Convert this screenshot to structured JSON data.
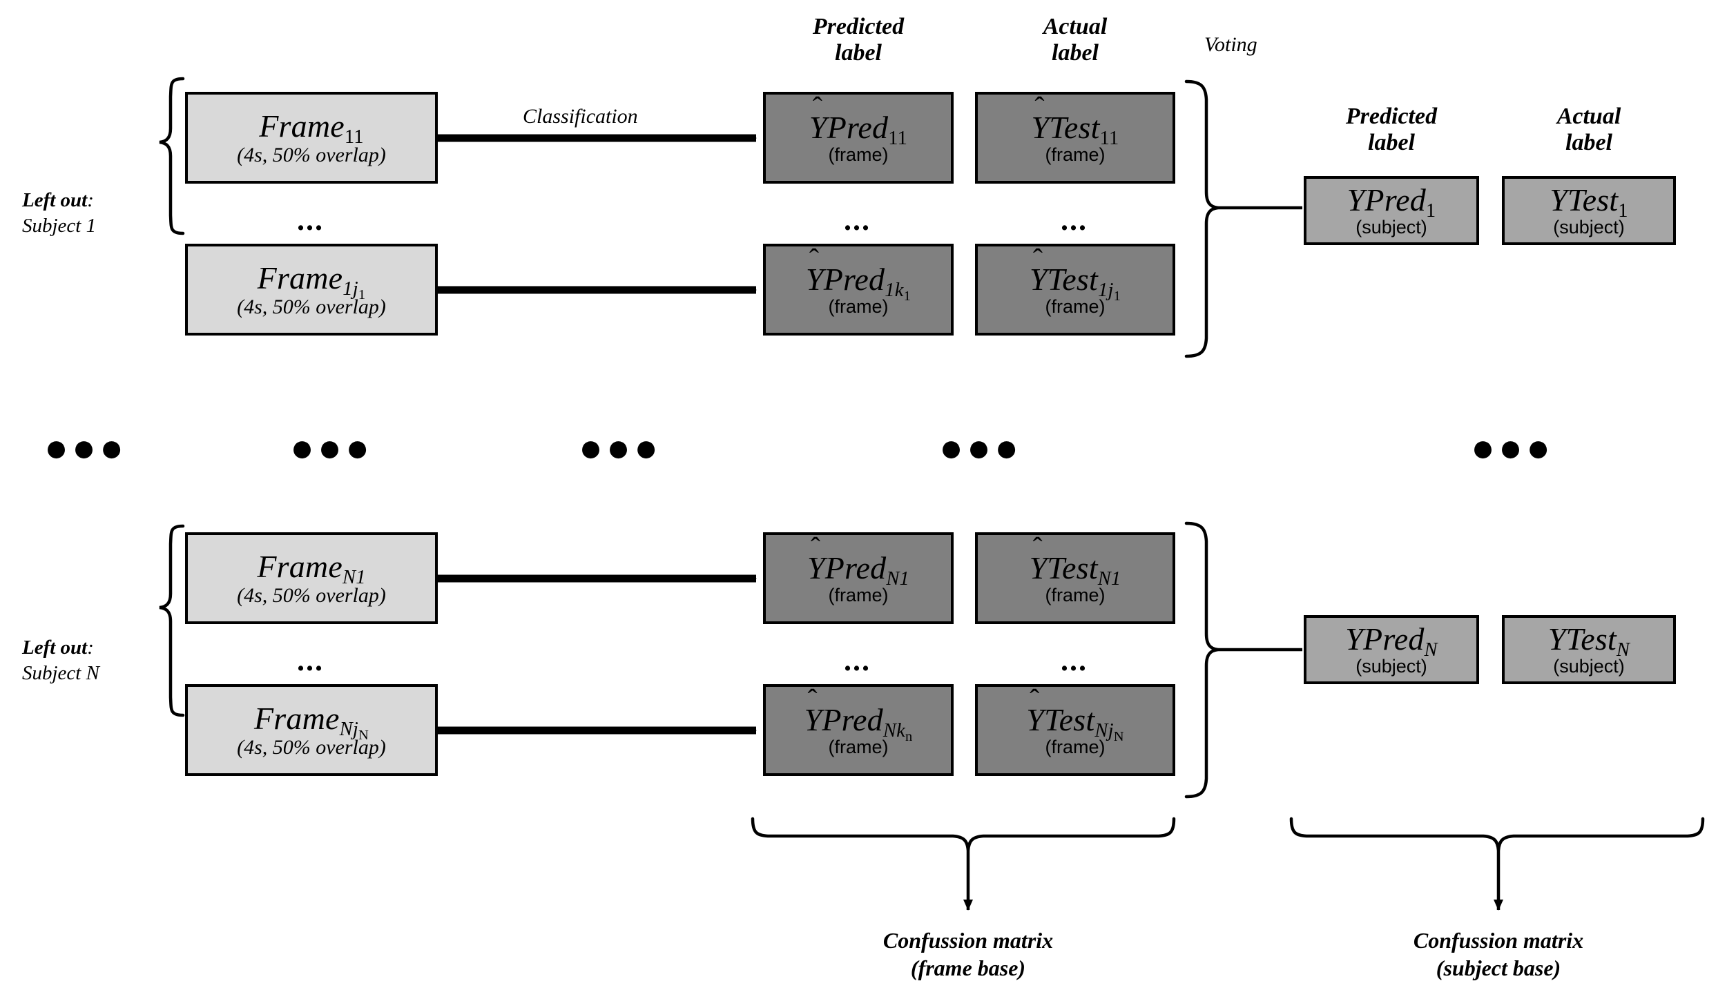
{
  "diagram": {
    "title": "Leave-one-subject-out classification and voting pipeline",
    "colors": {
      "frame_box_fill": "#d9d9d9",
      "frame_label_box_fill": "#808080",
      "subject_box_fill": "#a6a6a6",
      "stroke": "#000000",
      "background": "#ffffff"
    }
  },
  "headers": {
    "frame_predicted": "Predicted\nlabel",
    "frame_actual": "Actual\nlabel",
    "subject_predicted": "Predicted\nlabel",
    "subject_actual": "Actual\nlabel"
  },
  "edge_labels": {
    "classification": "Classification",
    "voting": "Voting"
  },
  "left_out": {
    "prefix": "Left out",
    "colon": ":",
    "subject_first": "Subject 1",
    "subject_last": "Subject N"
  },
  "row_first": {
    "frames": [
      {
        "name": "Frame",
        "sub": "11",
        "detail": "(4s, 50% overlap)"
      },
      {
        "name": "Frame",
        "sub": "1j",
        "subsub": "1",
        "detail": "(4s, 50% overlap)"
      }
    ],
    "predicted": [
      {
        "name": "YPred",
        "sub": "11",
        "detail": "(frame)"
      },
      {
        "name": "YPred",
        "sub": "1k",
        "subsub": "1",
        "detail": "(frame)"
      }
    ],
    "actual": [
      {
        "name": "YTest",
        "sub": "11",
        "detail": "(frame)"
      },
      {
        "name": "YTest",
        "sub": "1j",
        "subsub": "1",
        "detail": "(frame)"
      }
    ],
    "subject_predicted": {
      "name": "YPred",
      "sub": "1",
      "detail": "(subject)"
    },
    "subject_actual": {
      "name": "YTest",
      "sub": "1",
      "detail": "(subject)"
    }
  },
  "row_last": {
    "frames": [
      {
        "name": "Frame",
        "sub": "N1",
        "detail": "(4s, 50% overlap)"
      },
      {
        "name": "Frame",
        "sub": "Nj",
        "subsub": "N",
        "detail": "(4s, 50% overlap)"
      }
    ],
    "predicted": [
      {
        "name": "YPred",
        "sub": "N1",
        "detail": "(frame)"
      },
      {
        "name": "YPred",
        "sub": "Nk",
        "subsub": "n",
        "detail": "(frame)"
      }
    ],
    "actual": [
      {
        "name": "YTest",
        "sub": "N1",
        "detail": "(frame)"
      },
      {
        "name": "YTest",
        "sub": "Nj",
        "subsub": "N",
        "detail": "(frame)"
      }
    ],
    "subject_predicted": {
      "name": "YPred",
      "sub": "N",
      "detail": "(subject)"
    },
    "subject_actual": {
      "name": "YTest",
      "sub": "N",
      "detail": "(subject)"
    }
  },
  "ellipsis": {
    "small": "...",
    "large": "●●●"
  },
  "outputs": {
    "frame_base": "Confussion matrix\n(frame base)",
    "subject_base": "Confussion matrix\n(subject base)"
  }
}
